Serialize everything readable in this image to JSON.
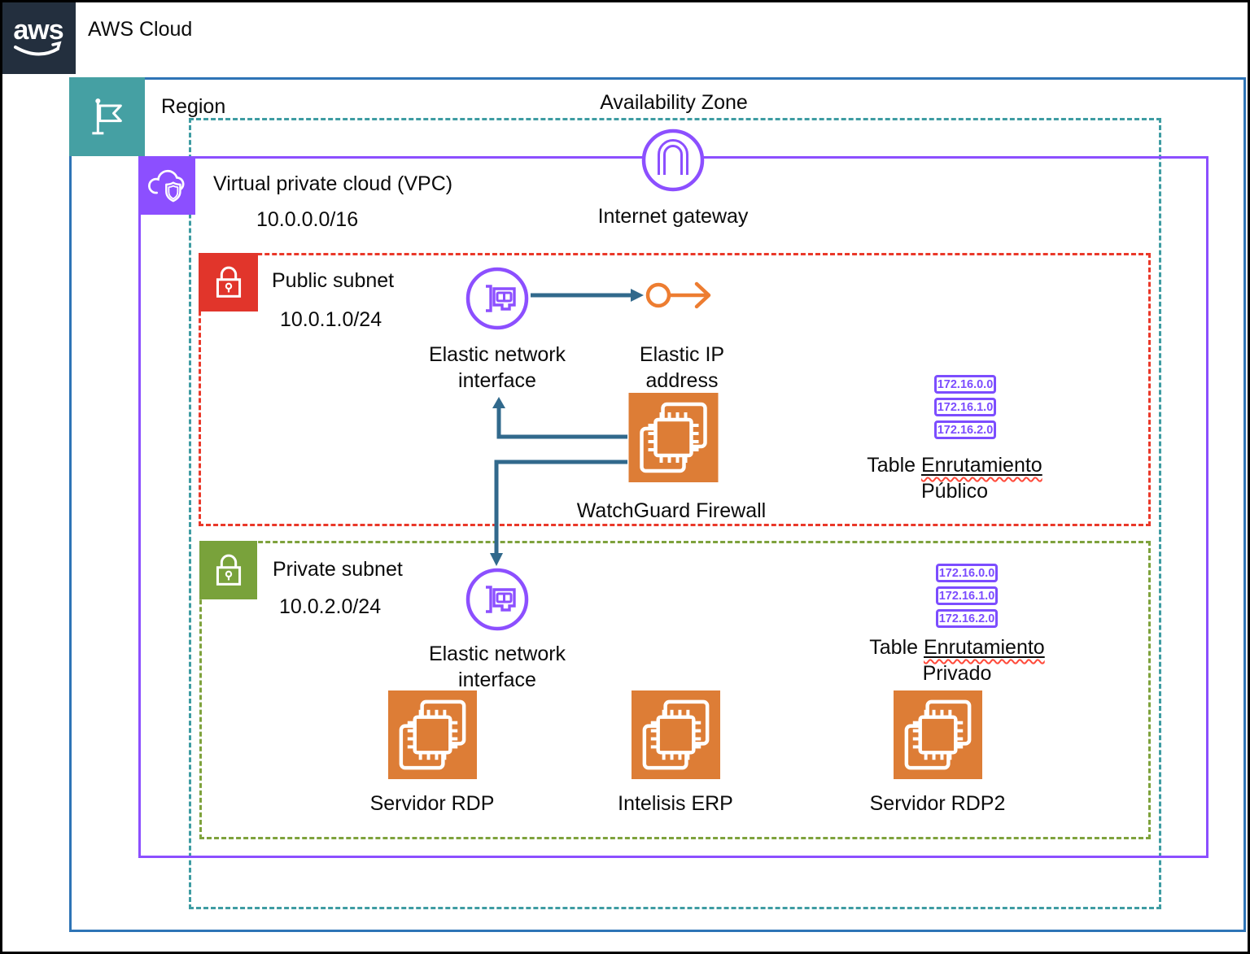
{
  "header": {
    "logo_text": "aws",
    "title": "AWS Cloud"
  },
  "region": {
    "label": "Region"
  },
  "availability_zone": {
    "label": "Availability Zone"
  },
  "vpc": {
    "label": "Virtual private cloud (VPC)",
    "cidr": "10.0.0.0/16"
  },
  "internet_gateway": {
    "label": "Internet gateway"
  },
  "public_subnet": {
    "label": "Public subnet",
    "cidr": "10.0.1.0/24"
  },
  "private_subnet": {
    "label": "Private subnet",
    "cidr": "10.0.2.0/24"
  },
  "eni_public": {
    "line1": "Elastic network",
    "line2": "interface"
  },
  "eni_private": {
    "line1": "Elastic network",
    "line2": "interface"
  },
  "elastic_ip": {
    "line1": "Elastic IP",
    "line2": "address"
  },
  "firewall": {
    "label": "WatchGuard Firewall"
  },
  "route_table_public": {
    "entries": [
      "172.16.0.0",
      "172.16.1.0",
      "172.16.2.0"
    ],
    "label_word1": "Table",
    "label_word2": "Enrutamiento",
    "label_line2": "Público"
  },
  "route_table_private": {
    "entries": [
      "172.16.0.0",
      "172.16.1.0",
      "172.16.2.0"
    ],
    "label_word1": "Table",
    "label_word2": "Enrutamiento",
    "label_line2": "Privado"
  },
  "servers": [
    {
      "label": "Servidor RDP"
    },
    {
      "label": "Intelisis ERP"
    },
    {
      "label": "Servidor RDP2"
    }
  ],
  "colors": {
    "aws_navy": "#232F3E",
    "region_blue": "#2E74B6",
    "az_teal": "#3E9CA2",
    "region_icon_teal": "#45A0A3",
    "vpc_purple": "#8C4FFF",
    "public_red": "#E1352B",
    "private_olive": "#79A23B",
    "ec2_orange": "#DD7D36",
    "eip_orange": "#ED7D31",
    "connector_blue": "#31698C",
    "route_table_purple": "#7C4DFF",
    "spellcheck_red": "#FF4A3A"
  }
}
